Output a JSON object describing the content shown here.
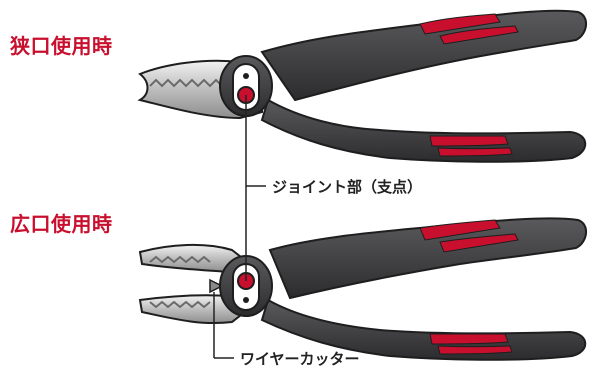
{
  "labels": {
    "narrow_mode": "狭口使用時",
    "wide_mode": "広口使用時",
    "joint": "ジョイント部（支点）",
    "wire_cutter": "ワイヤーカッター"
  },
  "colors": {
    "accent_red": "#c8102e",
    "handle_dark": "#3b3b3d",
    "outline": "#1e1e1e",
    "jaw_metal": "#cfcfcf",
    "callout_line": "#222222"
  },
  "icons": [
    "pliers-illustration-narrow",
    "pliers-illustration-wide",
    "pivot-joint-icon",
    "wire-cutter-icon"
  ]
}
